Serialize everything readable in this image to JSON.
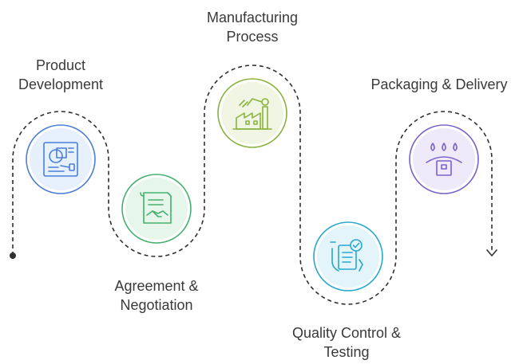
{
  "colors": {
    "path": "#2f2f2f",
    "text": "#3a3a3a",
    "product": "#4a7fd6",
    "agreement": "#45b06e",
    "manufacturing": "#8ab23e",
    "quality": "#28a7cf",
    "packaging": "#7c62c8"
  },
  "steps": [
    {
      "id": "product-development",
      "lines": [
        "Product",
        "Development"
      ],
      "icon": "product-design-icon",
      "color": "#4a7fd6"
    },
    {
      "id": "agreement-negotiation",
      "lines": [
        "Agreement &",
        "Negotiation"
      ],
      "icon": "handshake-contract-icon",
      "color": "#45b06e"
    },
    {
      "id": "manufacturing-process",
      "lines": [
        "Manufacturing",
        "Process"
      ],
      "icon": "factory-robot-arm-icon",
      "color": "#8ab23e"
    },
    {
      "id": "quality-control-testing",
      "lines": [
        "Quality Control &",
        "Testing"
      ],
      "icon": "checklist-hand-icon",
      "color": "#28a7cf"
    },
    {
      "id": "packaging-delivery",
      "lines": [
        "Packaging & Delivery"
      ],
      "icon": "package-drops-icon",
      "color": "#7c62c8"
    }
  ]
}
